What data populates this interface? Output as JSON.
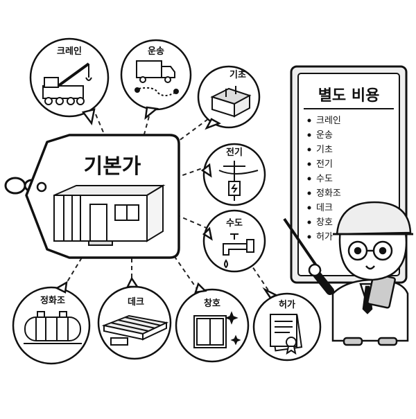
{
  "main_tag": {
    "title": "기본가"
  },
  "nodes": {
    "crane": "크레인",
    "transport": "운송",
    "foundation": "기초",
    "electricity": "전기",
    "water": "수도",
    "septic": "정화조",
    "deck": "데크",
    "window": "창호",
    "permit": "허가"
  },
  "board": {
    "title": "별도 비용",
    "items": [
      "크레인",
      "운송",
      "기초",
      "전기",
      "수도",
      "정화조",
      "데크",
      "창호",
      "허가"
    ]
  }
}
